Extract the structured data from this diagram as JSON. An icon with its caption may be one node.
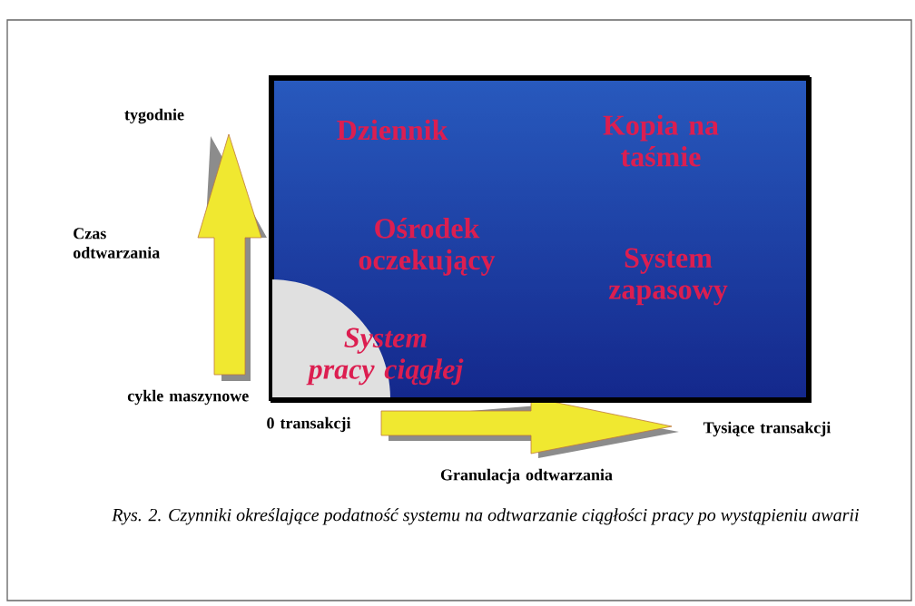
{
  "diagram": {
    "caption": "Rys. 2. Czynniki określające podatność systemu na odtwarzanie ciągłości pracy po wystąpieniu awarii",
    "nodes": [
      {
        "text": [
          "Dziennik",
          "Kopia na taśmie",
          "Ośrodek oczekujący",
          "System zapasowy",
          "System pracy ciągłej"
        ]
      }
    ],
    "labels": [
      "tygodnie",
      "Czas odtwarzania",
      "cykle maszynowe",
      "0 transakcji",
      "Tysiące transakcji",
      "Granulacja odtwarzania"
    ]
  }
}
